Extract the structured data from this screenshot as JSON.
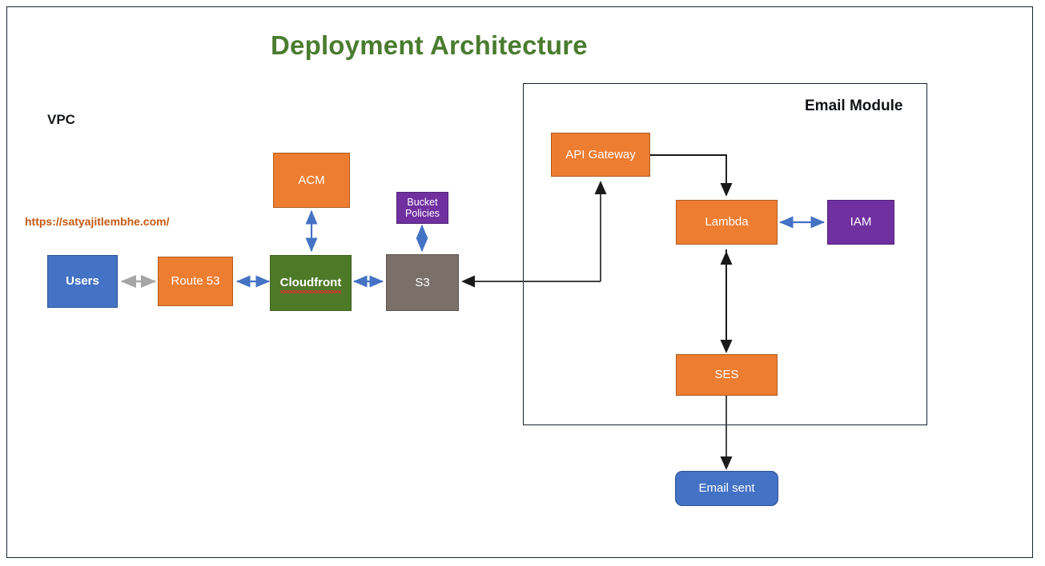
{
  "page": {
    "title": "Deployment Architecture",
    "title_color": "#4a7c2f",
    "background": "#ffffff",
    "frame_color": "#1b2430"
  },
  "labels": {
    "vpc": "VPC",
    "url": "https://satyajitlembhe.com/",
    "url_color": "#c55a11"
  },
  "group": {
    "title": "Email Module"
  },
  "nodes": {
    "users": {
      "label": "Users",
      "color": "#4472c4"
    },
    "route53": {
      "label": "Route 53",
      "color": "#ed7d31"
    },
    "cloudfront": {
      "label": "Cloudfront",
      "color": "#4e7a28"
    },
    "s3": {
      "label": "S3",
      "color": "#7b7069"
    },
    "acm": {
      "label": "ACM",
      "color": "#ed7d31"
    },
    "bucket_policies": {
      "label_line1": "Bucket",
      "label_line2": "Policies",
      "color": "#7030a0"
    },
    "api_gateway": {
      "label": "API Gateway",
      "color": "#ed7d31"
    },
    "lambda": {
      "label": "Lambda",
      "color": "#ed7d31"
    },
    "iam": {
      "label": "IAM",
      "color": "#7030a0"
    },
    "ses": {
      "label": "SES",
      "color": "#ed7d31"
    },
    "email_sent": {
      "label": "Email  sent",
      "color": "#4472c4"
    }
  },
  "connectors": {
    "users_route53": {
      "style": "double-arrow",
      "color": "#a6a6a6"
    },
    "route53_cloudfront": {
      "style": "double-arrow",
      "color": "#4472c4"
    },
    "cloudfront_s3": {
      "style": "double-arrow",
      "color": "#4472c4"
    },
    "acm_cloudfront": {
      "style": "double-arrow",
      "color": "#4472c4"
    },
    "bucketpolicies_s3": {
      "style": "double-arrow",
      "color": "#4472c4"
    },
    "apigateway_s3": {
      "style": "arrow",
      "color": "#3f3f3f"
    },
    "s3_apigateway": {
      "style": "arrow",
      "color": "#3f3f3f"
    },
    "apigateway_lambda": {
      "style": "arrow",
      "color": "#1a1a1a"
    },
    "lambda_iam": {
      "style": "double-arrow",
      "color": "#4472c4"
    },
    "ses_lambda": {
      "style": "arrow",
      "color": "#1a1a1a"
    },
    "lambda_ses": {
      "style": "arrow",
      "color": "#1a1a1a"
    },
    "ses_emailsent": {
      "style": "arrow",
      "color": "#3f3f3f"
    }
  }
}
